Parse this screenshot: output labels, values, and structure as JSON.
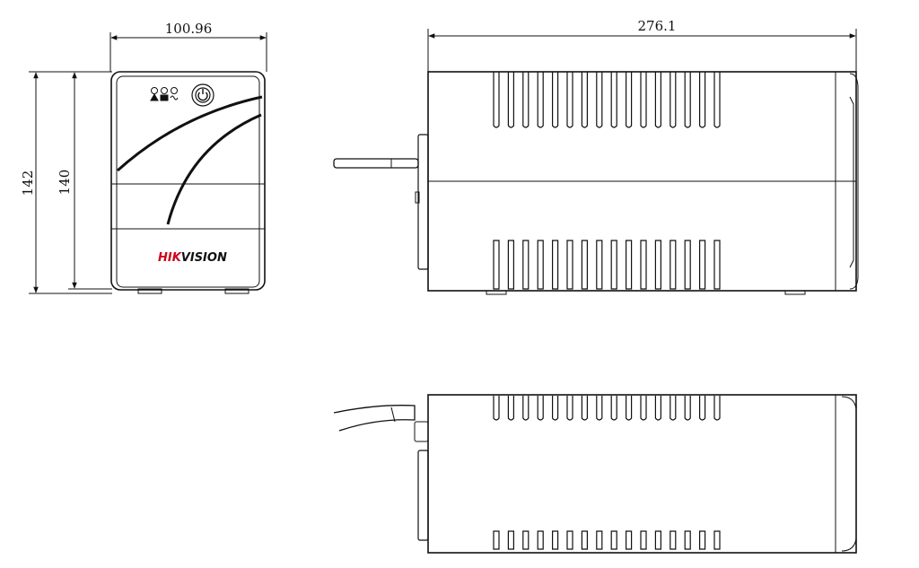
{
  "dimensions": {
    "front_width": "100.96",
    "side_length": "276.1",
    "total_height": "142",
    "body_height": "140"
  },
  "brand": {
    "text": "HIKVISION",
    "color_primary": "#d0021b",
    "color_secondary": "#111111"
  },
  "colors": {
    "line": "#111111",
    "background": "#ffffff"
  },
  "icons": {
    "status_indicators": [
      "warning-triangle-icon",
      "battery-icon",
      "ac-wave-icon"
    ],
    "power": "power-button-icon"
  }
}
